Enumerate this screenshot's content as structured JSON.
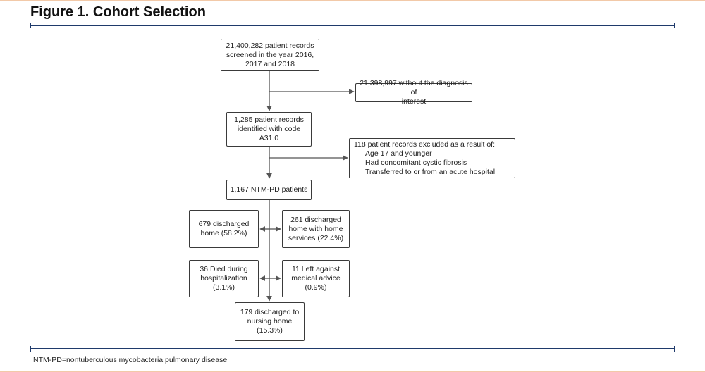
{
  "figure": {
    "title": "Figure 1. Cohort Selection",
    "footnote": "NTM-PD=nontuberculous mycobacteria pulmonary disease"
  },
  "boxes": {
    "screened": [
      "21,400,282 patient records",
      "screened in the year 2016,",
      "2017 and 2018"
    ],
    "no_diagnosis": [
      "21,398,997 without the diagnosis of",
      "interest"
    ],
    "identified": [
      "1,285 patient records",
      "identified with code A31.0"
    ],
    "excluded": {
      "header": "118 patient records excluded as a result of:",
      "reasons": [
        "Age 17 and younger",
        "Had concomitant cystic fibrosis",
        "Transferred to or from an acute hospital"
      ]
    },
    "patients": [
      "1,167 NTM-PD patients"
    ],
    "home": [
      "679 discharged",
      "home (58.2%)"
    ],
    "home_services": [
      "261 discharged",
      "home with home",
      "services (22.4%)"
    ],
    "died": [
      "36 Died during",
      "hospitalization",
      "(3.1%)"
    ],
    "left_ama": [
      "11 Left against",
      "medical advice",
      "(0.9%)"
    ],
    "nursing_home": [
      "179 discharged to",
      "nursing home",
      "(15.3%)"
    ]
  },
  "colors": {
    "rule": "#1f3a6b",
    "accent_border": "#f2c9a8",
    "line": "#555555"
  }
}
